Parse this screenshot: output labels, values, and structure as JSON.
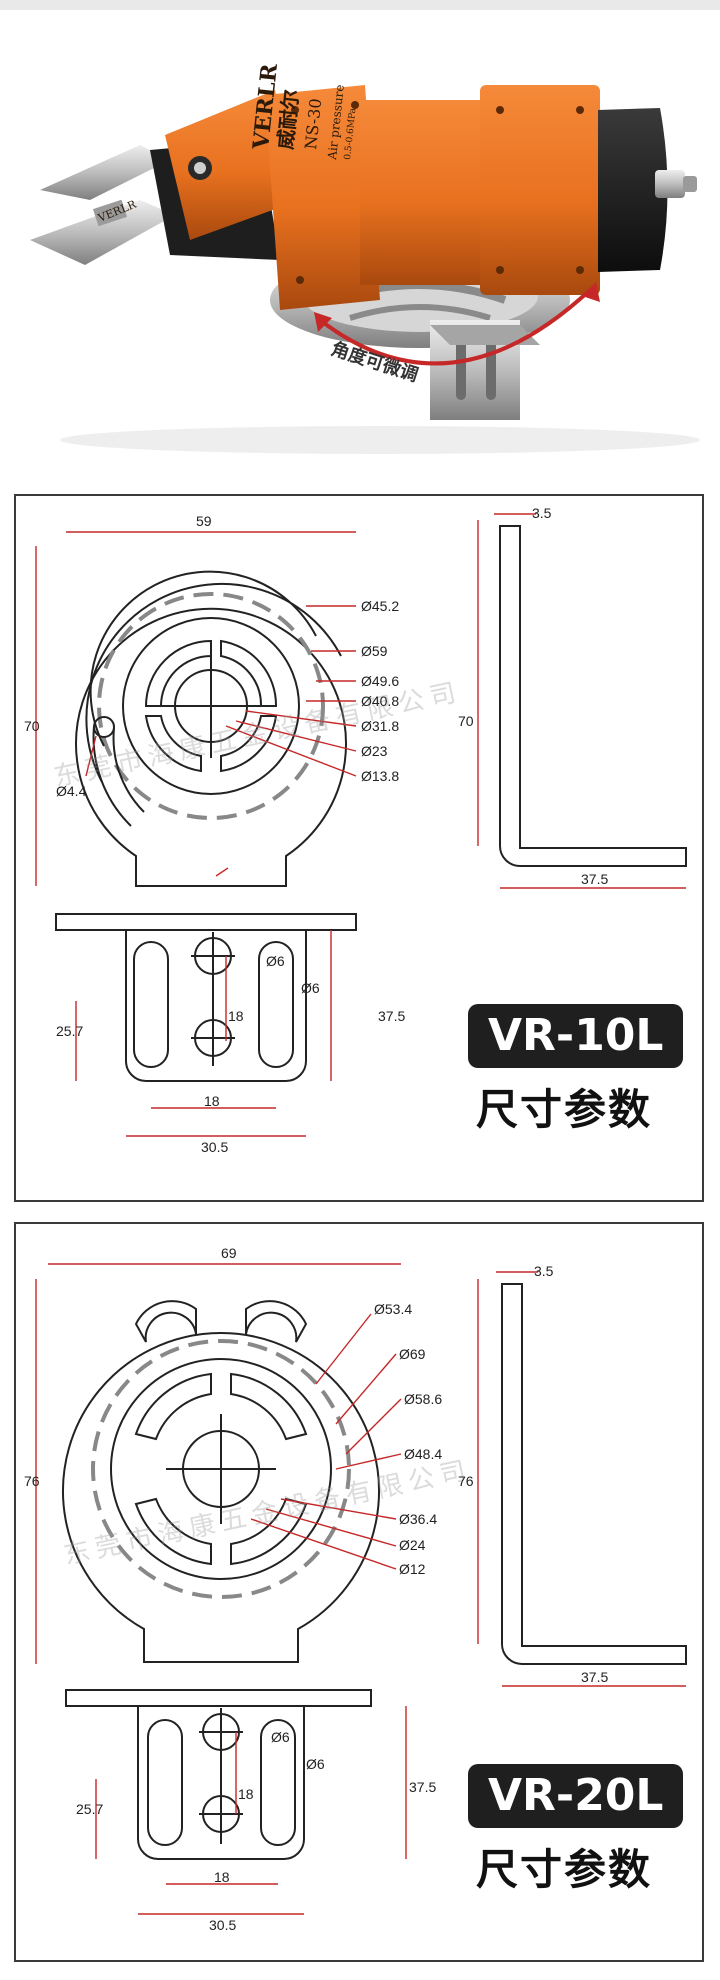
{
  "photo": {
    "brand": "VERLR",
    "brand_cn": "威耐尔",
    "model_stamp": "NS-30",
    "pressure": "Air pressure",
    "pressure_value": "0.5-0.6MPa",
    "jaw_brand": "VERLR",
    "caption": "角度可微调",
    "colors": {
      "body": "#e8711f",
      "body_dark": "#b7510f",
      "cap": "#1b1b1b",
      "bracket": "#c9c9c9"
    }
  },
  "watermark": "东莞市海康五金设备有限公司",
  "vr10": {
    "model": "VR-10L",
    "subtitle": "尺寸参数",
    "dims": {
      "width": "59",
      "height": "70",
      "d45_2": "Ø45.2",
      "d59": "Ø59",
      "d49_6": "Ø49.6",
      "d40_8": "Ø40.8",
      "d31_8": "Ø31.8",
      "d23": "Ø23",
      "d13_8": "Ø13.8",
      "d4_4": "Ø4.4",
      "thick": "3.5",
      "side_h": "70",
      "side_w": "37.5",
      "hole1": "Ø6",
      "hole2": "Ø6",
      "slot_h": "25.7",
      "hole_gap": "18",
      "base_h": "37.5",
      "slot_w": "18",
      "base_w": "30.5"
    }
  },
  "vr20": {
    "model": "VR-20L",
    "subtitle": "尺寸参数",
    "dims": {
      "width": "69",
      "height": "76",
      "d53_4": "Ø53.4",
      "d69": "Ø69",
      "d58_6": "Ø58.6",
      "d48_4": "Ø48.4",
      "d36_4": "Ø36.4",
      "d24": "Ø24",
      "d12": "Ø12",
      "thick": "3.5",
      "side_h": "76",
      "side_w": "37.5",
      "hole1": "Ø6",
      "hole2": "Ø6",
      "slot_h": "25.7",
      "hole_gap": "18",
      "base_h": "37.5",
      "slot_w": "18",
      "base_w": "30.5"
    }
  }
}
